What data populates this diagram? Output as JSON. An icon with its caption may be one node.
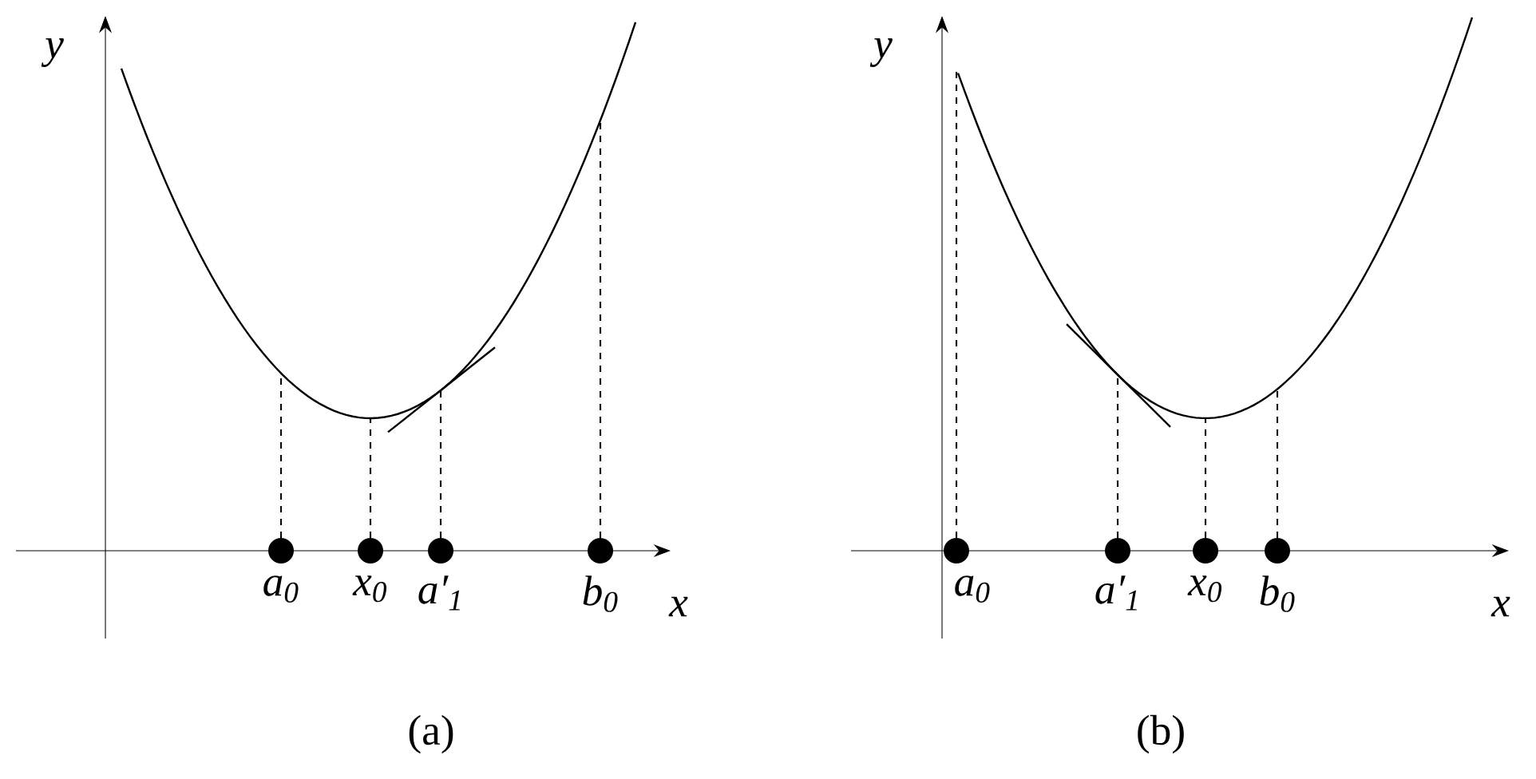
{
  "diagram": {
    "nodes": [
      {
        "text": [],
        "shape": "circle",
        "beside": [
          "a$_{0}$"
        ]
      },
      {
        "text": [],
        "shape": "circle",
        "beside": [
          "x$_{0}$"
        ]
      },
      {
        "text": [],
        "shape": "circle",
        "beside": [
          "a′$_{1}$"
        ]
      },
      {
        "text": [],
        "shape": "circle",
        "beside": [
          "b$_{0}$"
        ]
      },
      {
        "text": [],
        "shape": "circle",
        "beside": [
          "a$_{0}$"
        ]
      },
      {
        "text": [],
        "shape": "circle",
        "beside": [
          "a′$_{1}$"
        ]
      },
      {
        "text": [],
        "shape": "circle",
        "beside": [
          "x$_{0}$"
        ]
      },
      {
        "text": [],
        "shape": "circle",
        "beside": [
          "b$_{0}$"
        ]
      }
    ],
    "labels": [
      "y",
      "y",
      "x",
      "x",
      "(a)",
      "(b)"
    ]
  }
}
